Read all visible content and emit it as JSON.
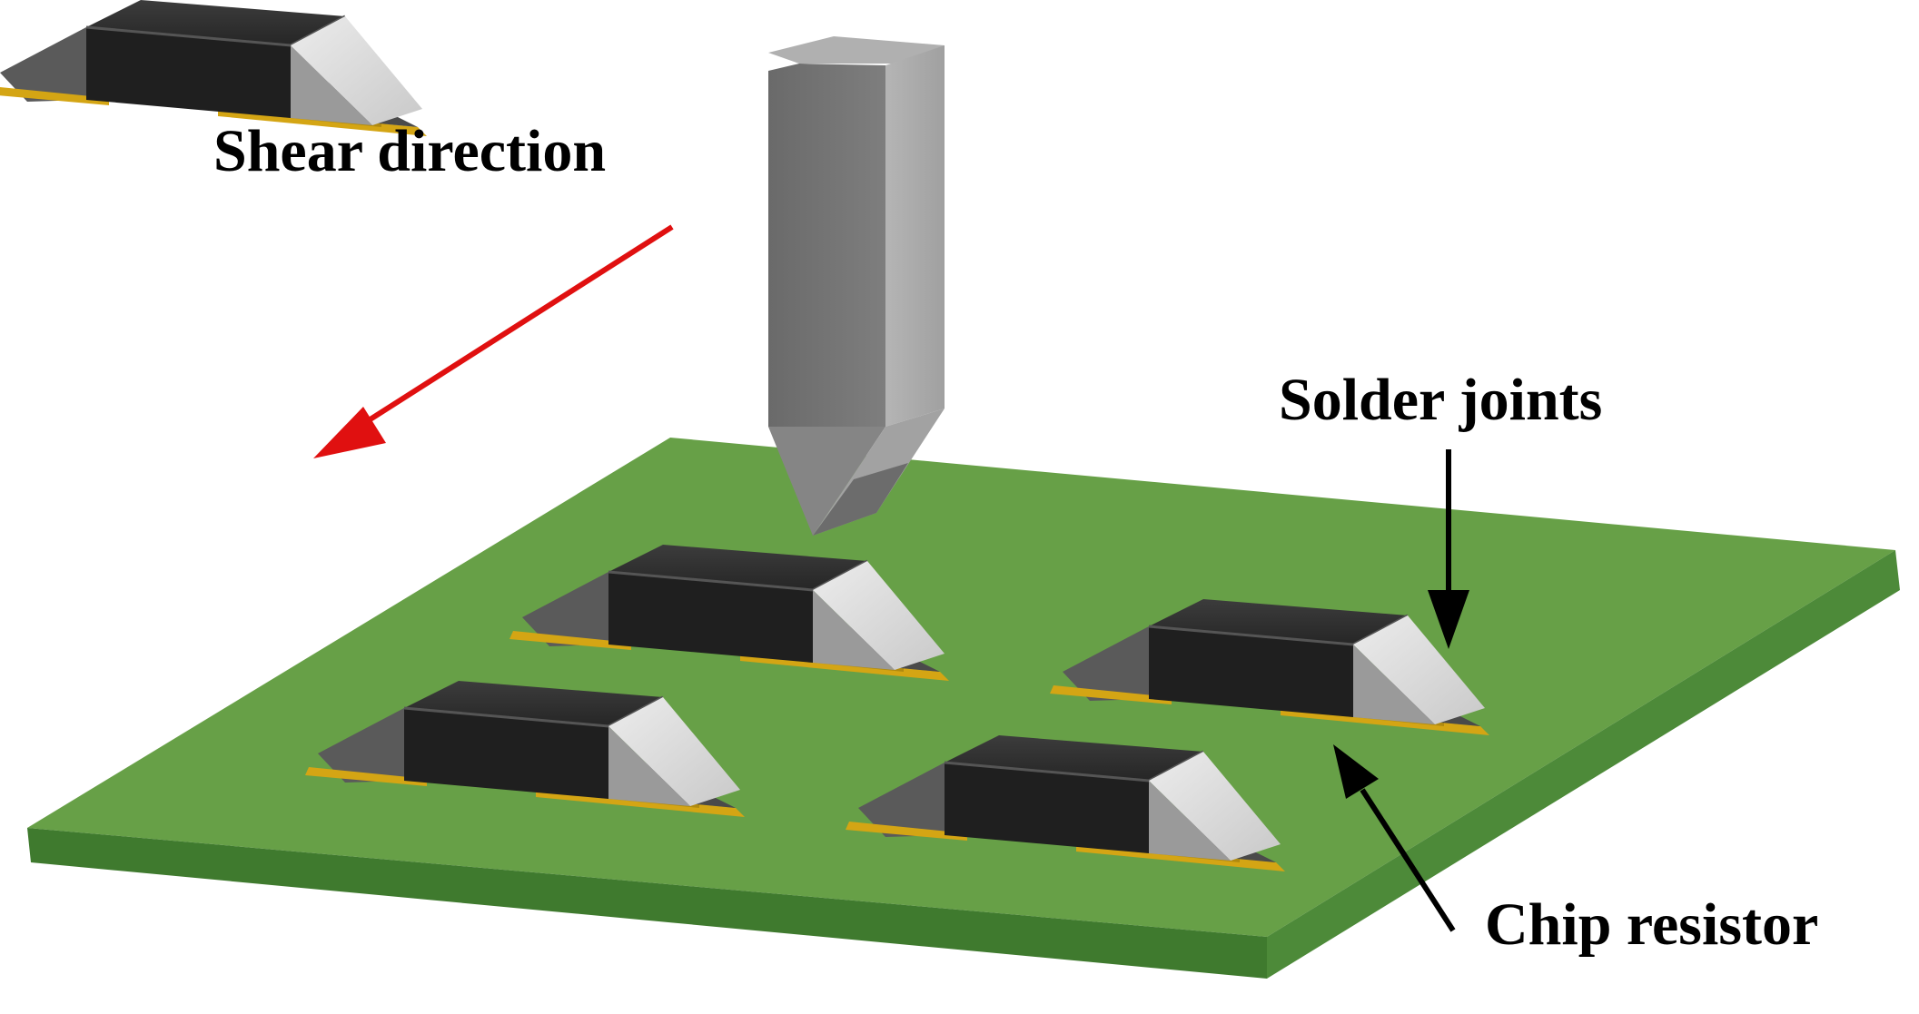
{
  "labels": {
    "shear_direction": "Shear direction",
    "solder_joints": "Solder joints",
    "chip_resistor": "Chip resistor"
  },
  "colors": {
    "board_top": "#67a047",
    "board_side": "#3f7a2e",
    "resistor_body": "#2b2b2b",
    "terminal": "#d9d9d9",
    "solder": "#d4a514",
    "shear_arrow": "#e01010",
    "tool": "#8a8a8a"
  }
}
